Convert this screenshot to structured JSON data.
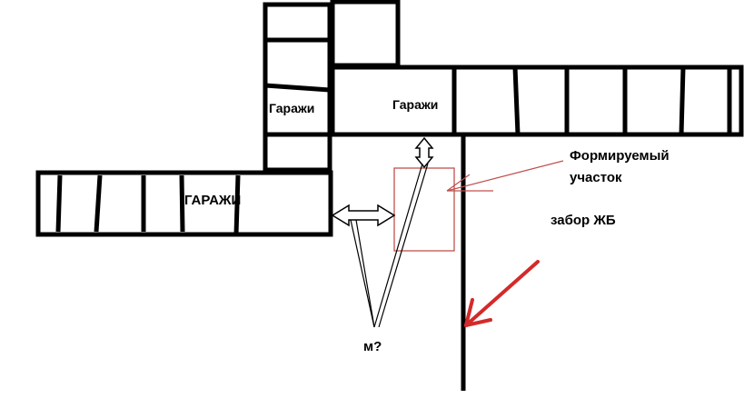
{
  "labels": {
    "garages_vertical": "Гаражи",
    "garages_top": "Гаражи",
    "garages_left": "ГАРАЖИ",
    "plot_line1": "Формируемый",
    "plot_line2": "участок",
    "fence": "забор ЖБ",
    "distance_question": "м?"
  },
  "colors": {
    "ink": "#000000",
    "plot_outline": "#c0504d",
    "arrow_red": "#d42a2a"
  }
}
